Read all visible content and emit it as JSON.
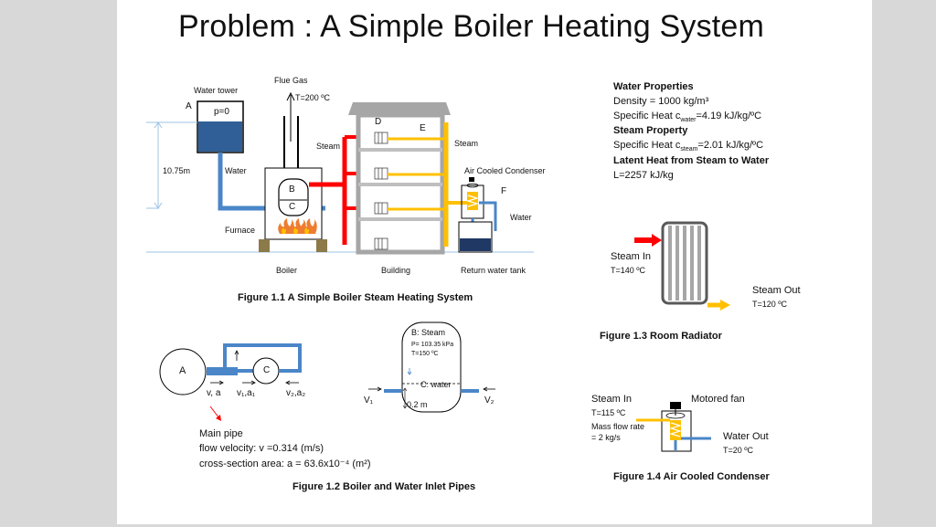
{
  "title": "Problem : A Simple Boiler Heating System",
  "fig1": {
    "flue_gas": "Flue Gas",
    "flue_temp": "T=200 ºC",
    "water_tower": "Water tower",
    "label_a": "A",
    "pressure": "p=0",
    "height": "10.75m",
    "water": "Water",
    "label_b": "B",
    "label_c": "C",
    "label_d": "D",
    "label_e": "E",
    "label_f": "F",
    "steam_left": "Steam",
    "steam_right": "Steam",
    "air_cooled_condenser": "Air Cooled Condenser",
    "water_right": "Water",
    "furnace": "Furnace",
    "boiler": "Boiler",
    "building": "Building",
    "return_tank": "Return water tank",
    "caption": "Figure 1.1 A Simple Boiler Steam Heating System"
  },
  "properties": {
    "water_heading": "Water Properties",
    "density": "Density = 1000 kg/m³",
    "cp_water": "Specific Heat c",
    "cp_water_sub": "water",
    "cp_water_val": "=4.19 kJ/kg/ºC",
    "steam_heading": "Steam Property",
    "cp_steam": "Specific Heat c",
    "cp_steam_sub": "steam",
    "cp_steam_val": "=2.01 kJ/kg/ºC",
    "latent_heading": "Latent Heat from Steam to Water",
    "latent_val": "L=2257 kJ/kg"
  },
  "fig3": {
    "steam_in": "Steam In",
    "t_in": "T=140 ºC",
    "steam_out": "Steam Out",
    "t_out": "T=120 ºC",
    "caption": "Figure 1.3 Room Radiator"
  },
  "fig2": {
    "label_a": "A",
    "label_c": "C",
    "v_a": "v, a",
    "v1_a1": "v₁,a₁",
    "v2_a2": "v₂,a₂",
    "b_steam": "B: Steam",
    "pressure": "P= 103.35 kPa",
    "temp": "T=150 ºC",
    "c_water": "C: water",
    "v1": "V₁",
    "v2": "V₂",
    "depth": "0.2 m",
    "main_pipe": "Main pipe",
    "flow_velocity": "flow velocity: v =0.314 (m/s)",
    "cross_section": "cross-section area: a = 63.6x10⁻⁴ (m²)",
    "caption": "Figure 1.2 Boiler and  Water Inlet Pipes"
  },
  "fig4": {
    "steam_in": "Steam In",
    "t_in": "T=115 ºC",
    "mass_flow": "Mass flow rate",
    "mass_flow_val": "= 2 kg/s",
    "motored_fan": "Motored fan",
    "water_out": "Water Out",
    "t_out": "T=20 ºC",
    "caption": "Figure 1.4 Air Cooled Condenser"
  }
}
